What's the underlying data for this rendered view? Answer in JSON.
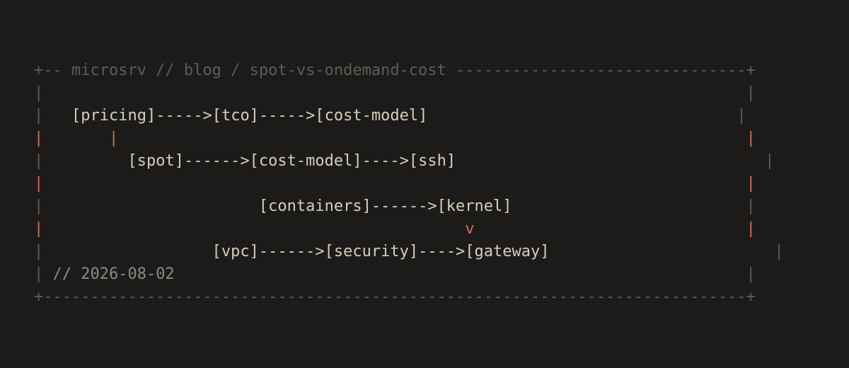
{
  "diagram": {
    "accent_color": "#cf6f56",
    "border_color": "#5e5c57",
    "text_color": "#d3cfbf",
    "background_color": "#1c1b19",
    "lines": [
      {
        "name": "header-border",
        "segments": [
          {
            "t": "+-- microsrv // blog / spot-vs-ondemand-cost -------------------------------+",
            "c": "border"
          }
        ]
      },
      {
        "name": "blank-row",
        "segments": [
          {
            "t": "|                                                                           |",
            "c": "border"
          }
        ]
      },
      {
        "name": "row-pricing-chain",
        "segments": [
          {
            "t": "|",
            "c": "border"
          },
          {
            "t": "   ",
            "c": "space"
          },
          {
            "t": "[pricing]",
            "c": "node"
          },
          {
            "t": "----->",
            "c": "edge"
          },
          {
            "t": "[tco]",
            "c": "node"
          },
          {
            "t": "----->",
            "c": "edge"
          },
          {
            "t": "[cost-model]",
            "c": "node"
          },
          {
            "t": "                                 ",
            "c": "space"
          },
          {
            "t": "|",
            "c": "border"
          }
        ]
      },
      {
        "name": "connector-row-1",
        "segments": [
          {
            "t": "|",
            "c": "accent"
          },
          {
            "t": "       ",
            "c": "space"
          },
          {
            "t": "|",
            "c": "accent"
          },
          {
            "t": "                                                                   ",
            "c": "space"
          },
          {
            "t": "|",
            "c": "accent"
          }
        ]
      },
      {
        "name": "row-spot-chain",
        "segments": [
          {
            "t": "|",
            "c": "border"
          },
          {
            "t": "         ",
            "c": "space"
          },
          {
            "t": "[spot]",
            "c": "node"
          },
          {
            "t": "------>",
            "c": "edge"
          },
          {
            "t": "[cost-model]",
            "c": "node"
          },
          {
            "t": "---->",
            "c": "edge"
          },
          {
            "t": "[ssh]",
            "c": "node"
          },
          {
            "t": "                                 ",
            "c": "space"
          },
          {
            "t": "|",
            "c": "border"
          }
        ]
      },
      {
        "name": "connector-row-2",
        "segments": [
          {
            "t": "|",
            "c": "accent"
          },
          {
            "t": "                                                                           ",
            "c": "space"
          },
          {
            "t": "|",
            "c": "accent"
          }
        ]
      },
      {
        "name": "row-containers-chain",
        "segments": [
          {
            "t": "|",
            "c": "border"
          },
          {
            "t": "                       ",
            "c": "space"
          },
          {
            "t": "[containers]",
            "c": "node"
          },
          {
            "t": "------>",
            "c": "edge"
          },
          {
            "t": "[kernel]",
            "c": "node"
          },
          {
            "t": "                         ",
            "c": "space"
          },
          {
            "t": "|",
            "c": "border"
          }
        ]
      },
      {
        "name": "connector-row-3",
        "segments": [
          {
            "t": "|",
            "c": "accent"
          },
          {
            "t": "                                             ",
            "c": "space"
          },
          {
            "t": "v",
            "c": "accent"
          },
          {
            "t": "                             ",
            "c": "space"
          },
          {
            "t": "|",
            "c": "accent"
          }
        ]
      },
      {
        "name": "row-vpc-chain",
        "segments": [
          {
            "t": "|",
            "c": "border"
          },
          {
            "t": "                  ",
            "c": "space"
          },
          {
            "t": "[vpc]",
            "c": "node"
          },
          {
            "t": "------>",
            "c": "edge"
          },
          {
            "t": "[security]",
            "c": "node"
          },
          {
            "t": "---->",
            "c": "edge"
          },
          {
            "t": "[gateway]",
            "c": "node"
          },
          {
            "t": "                        ",
            "c": "space"
          },
          {
            "t": "|",
            "c": "border"
          }
        ]
      },
      {
        "name": "date-row",
        "segments": [
          {
            "t": "|",
            "c": "border"
          },
          {
            "t": " // 2026-08-02",
            "c": "meta"
          },
          {
            "t": "                                                             ",
            "c": "space"
          },
          {
            "t": "|",
            "c": "border"
          }
        ]
      },
      {
        "name": "footer-border",
        "segments": [
          {
            "t": "+---------------------------------------------------------------------------+",
            "c": "border"
          }
        ]
      }
    ]
  }
}
